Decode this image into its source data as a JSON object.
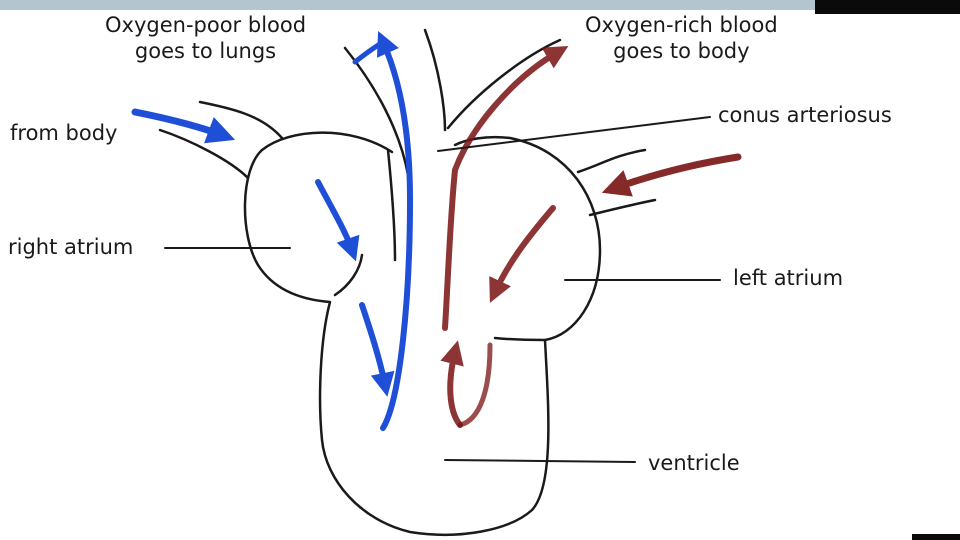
{
  "labels": {
    "oxygen_poor": [
      "Oxygen-poor blood",
      "goes to lungs"
    ],
    "oxygen_rich": [
      "Oxygen-rich blood",
      "goes to body"
    ],
    "from_body": "from body",
    "conus": "conus arteriosus",
    "right_atrium": "right atrium",
    "left_atrium": "left atrium",
    "ventricle": "ventricle"
  },
  "colors": {
    "deoxygenated": "#1f4fd6",
    "oxygenated": "#7a1212",
    "outline": "#1a1a1a",
    "header_bar": "#b3c6cf",
    "corner_block": "#0a0a0a"
  }
}
